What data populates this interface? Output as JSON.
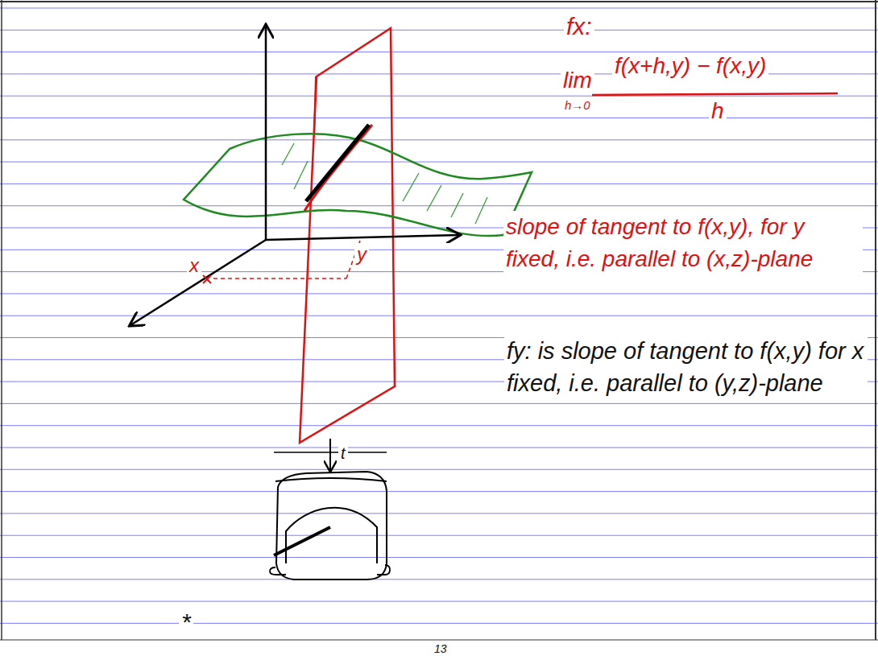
{
  "diagram": {
    "labels": [
      "fx:",
      "lim",
      "h→0",
      "f(x+h,y) − f(x,y)",
      "h",
      "x",
      "y",
      "slope of tangent to f(x,y), for y fixed, i.e. parallel to (x,z)-plane",
      "fy: is slope of tangent to f(x,y) for x fixed, i.e. parallel to (y,z)-plane",
      "t",
      "*",
      "13"
    ]
  }
}
